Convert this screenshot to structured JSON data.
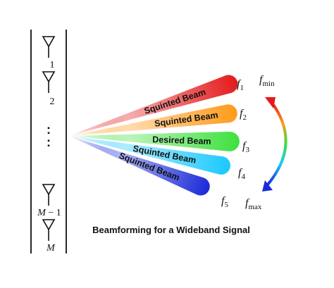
{
  "antennas": {
    "labels": [
      {
        "kind": "number",
        "text": "1"
      },
      {
        "kind": "number",
        "text": "2"
      },
      {
        "kind": "symbol",
        "main": "M",
        "rest": " − 1"
      },
      {
        "kind": "symbol",
        "main": "M",
        "rest": ""
      }
    ],
    "ellipsis": ":"
  },
  "beams": [
    {
      "label": "Squinted Beam",
      "freq_main": "f",
      "freq_sub": "1",
      "color": "#e41a1c"
    },
    {
      "label": "Squinted Beam",
      "freq_main": "f",
      "freq_sub": "2",
      "color": "#ff9a1a"
    },
    {
      "label": "Desired Beam",
      "freq_main": "f",
      "freq_sub": "3",
      "color": "#3ee03e"
    },
    {
      "label": "Squinted Beam",
      "freq_main": "f",
      "freq_sub": "4",
      "color": "#19c8ff"
    },
    {
      "label": "Squinted Beam",
      "freq_main": "f",
      "freq_sub": "5",
      "color": "#1a2ad8"
    }
  ],
  "freq_range": {
    "min_main": "f",
    "min_sub": "min",
    "max_main": "f",
    "max_sub": "max",
    "arrow_colors": [
      "#e41a1c",
      "#ff9a1a",
      "#3ee03e",
      "#19c8ff",
      "#1a2ad8"
    ]
  },
  "caption": "Beamforming for a Wideband Signal"
}
